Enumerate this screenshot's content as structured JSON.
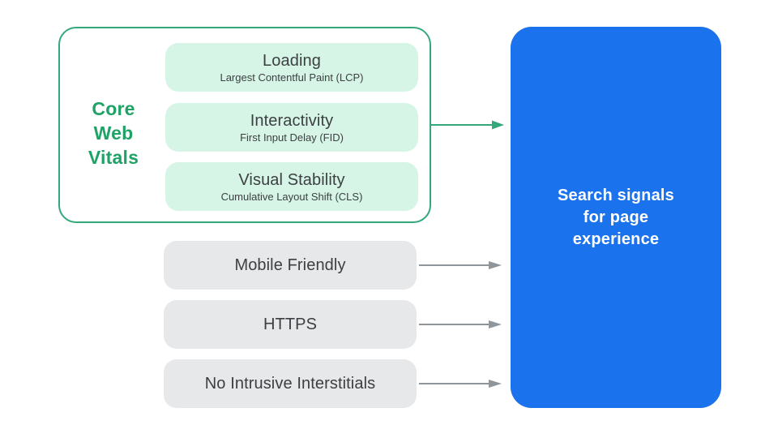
{
  "theme": {
    "background": "#ffffff",
    "green_text": "#1FA266",
    "green_border": "#35A87B",
    "mint": "#D6F5E6",
    "gray_pill": "#E7E8EA",
    "dark_text": "#3C4043",
    "arrow_gray": "#8E959B",
    "blue": "#1B72ED",
    "white_text": "#ffffff"
  },
  "core_web_vitals": {
    "label_lines": [
      "Core",
      "Web",
      "Vitals"
    ],
    "items": [
      {
        "title": "Loading",
        "subtitle": "Largest Contentful Paint (LCP)"
      },
      {
        "title": "Interactivity",
        "subtitle": "First Input Delay (FID)"
      },
      {
        "title": "Visual Stability",
        "subtitle": "Cumulative Layout Shift (CLS)"
      }
    ]
  },
  "other_signals": [
    {
      "label": "Mobile Friendly"
    },
    {
      "label": "HTTPS"
    },
    {
      "label": "No Intrusive Interstitials"
    }
  ],
  "result": {
    "label_lines": [
      "Search signals",
      "for page",
      "experience"
    ]
  }
}
